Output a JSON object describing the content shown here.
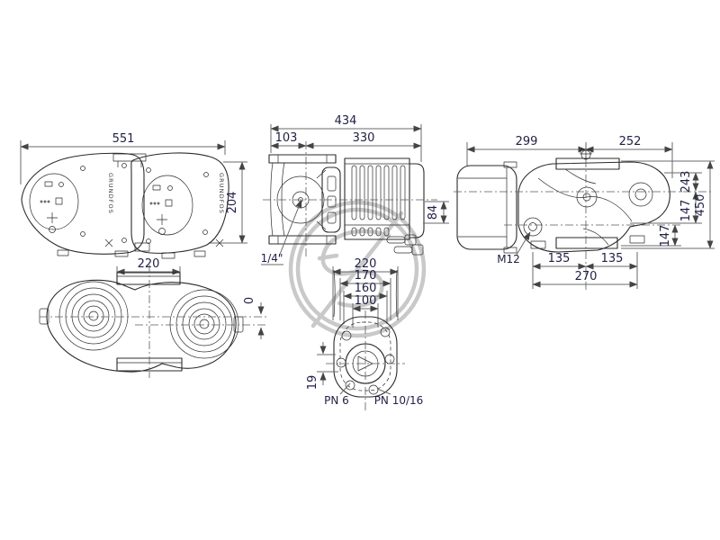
{
  "colors": {
    "background": "#ffffff",
    "drawing_line": "#2b2b2b",
    "dimension_line": "#6a6a6a",
    "dimension_text": "#1f1f44",
    "watermark": "#c9c9c9"
  },
  "brand": {
    "wordmark": "GRUNDFOS"
  },
  "views": {
    "top_view": {
      "width": "551",
      "height": "204"
    },
    "volute_top_view": {
      "flange_width": "220",
      "axis_offset": "0"
    },
    "side_view": {
      "total_depth": "434",
      "front_depth": "103",
      "rear_depth": "330",
      "gland_offset": "84",
      "plug_size": "1/4\""
    },
    "flange_view": {
      "dim_220": "220",
      "dim_170": "170",
      "dim_160": "160",
      "dim_100": "100",
      "thickness": "19",
      "rating_left": "PN 6",
      "rating_right": "PN 10/16"
    },
    "front_view": {
      "left_width": "299",
      "right_width": "252",
      "top_height": "243",
      "total_height": "450",
      "mid_height_1": "147",
      "mid_height_2": "147",
      "bolt_thread": "M12",
      "bolt_left": "135",
      "bolt_right": "135",
      "bolt_span": "270"
    }
  }
}
